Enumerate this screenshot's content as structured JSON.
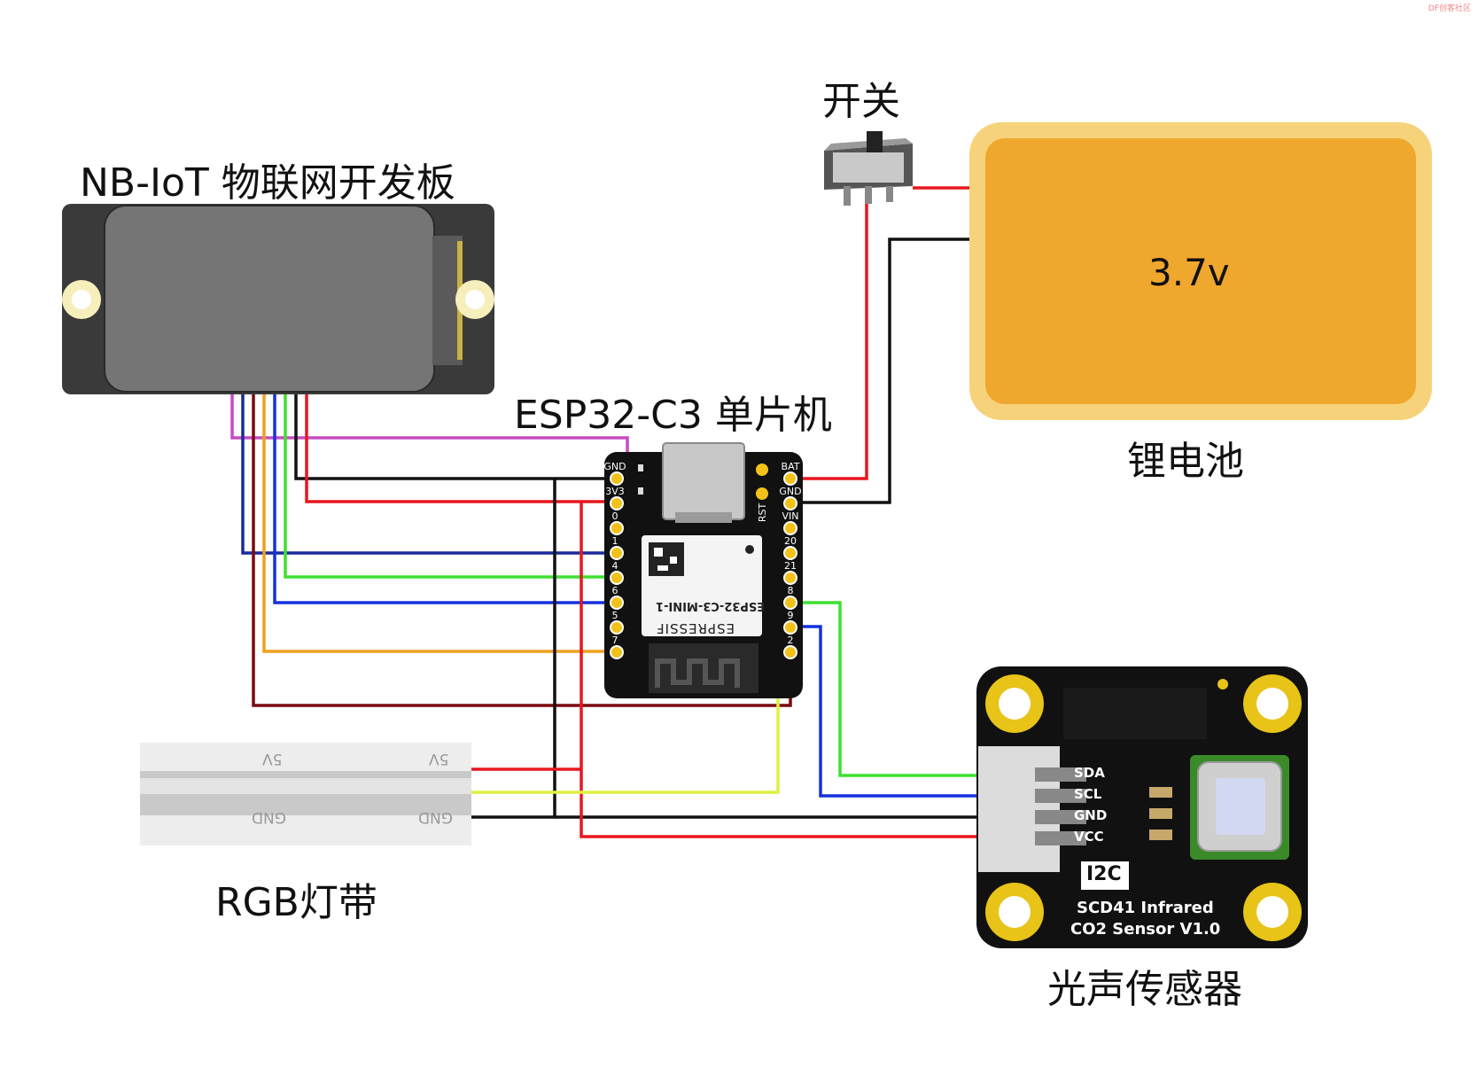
{
  "watermark": "DF创客社区",
  "labels": {
    "nbiot": "NB-IoT 物联网开发板",
    "switch": "开关",
    "battery": "锂电池",
    "battery_voltage": "3.7v",
    "esp32": "ESP32-C3 单片机",
    "rgb": "RGB灯带",
    "sensor": "光声传感器"
  },
  "esp32_board": {
    "left_pins": [
      "GND",
      "3V3",
      "0",
      "1",
      "4",
      "6",
      "5",
      "7"
    ],
    "right_pins": [
      "BAT",
      "GND",
      "VIN",
      "20",
      "21",
      "8",
      "9",
      "2"
    ],
    "rst_label": "RST",
    "module_name": "ESP32-C3-MINI-1",
    "module_brand": "ESPRESSIF"
  },
  "led_strip": {
    "upper_text": "5V",
    "lower_text": "GND"
  },
  "sensor_board": {
    "pins": [
      "SDA",
      "SCL",
      "GND",
      "VCC"
    ],
    "badge": "I2C",
    "title_line1": "SCD41 Infrared",
    "title_line2": "CO2 Sensor V1.0"
  },
  "colors": {
    "red": "#e8161e",
    "black": "#111111",
    "magenta": "#c74bc4",
    "navy": "#1a2a9c",
    "blue": "#1530e0",
    "green": "#3ee030",
    "orange": "#f0a020",
    "maroon": "#7a0a10",
    "yellow": "#dff040",
    "battery_fill": "#f0a72e",
    "battery_rim": "#f6d37a"
  }
}
